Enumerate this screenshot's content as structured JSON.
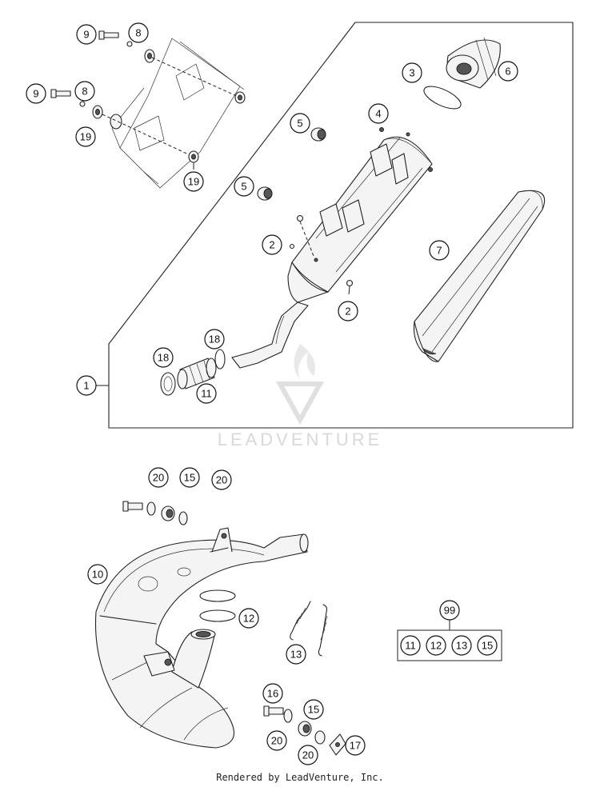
{
  "watermark": "LEADVENTURE",
  "footer": "Rendered by LeadVenture, Inc.",
  "callouts": {
    "c9a": "9",
    "c8a": "8",
    "c9b": "9",
    "c8b": "8",
    "c19a": "19",
    "c19b": "19",
    "c3": "3",
    "c6": "6",
    "c5a": "5",
    "c4": "4",
    "c5b": "5",
    "c2a": "2",
    "c7": "7",
    "c2b": "2",
    "c18a": "18",
    "c18b": "18",
    "c1": "1",
    "c11": "11",
    "c20a": "20",
    "c15a": "15",
    "c20b": "20",
    "c10": "10",
    "c12": "12",
    "c13": "13",
    "c99": "99",
    "k11": "11",
    "k12": "12",
    "k13": "13",
    "k15": "15",
    "c16": "16",
    "c15b": "15",
    "c20c": "20",
    "c17": "17",
    "c20d": "20"
  }
}
